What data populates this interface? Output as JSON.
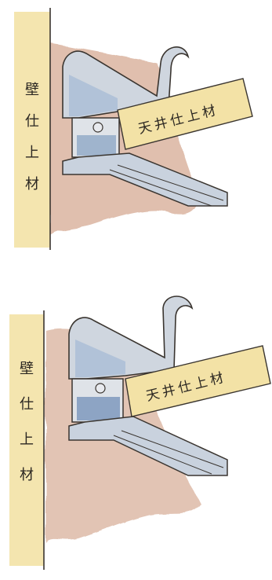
{
  "figures": [
    {
      "wall_label": [
        "壁",
        "仕",
        "上",
        "材"
      ],
      "ceiling_label": "天井仕上材"
    },
    {
      "wall_label": [
        "壁",
        "仕",
        "上",
        "材"
      ],
      "ceiling_label": "天井仕上材"
    }
  ],
  "colors": {
    "wall_board": "#f3e2a6",
    "wall_shadow": "#c78b6c",
    "rail_blue": "#a9bdd6",
    "rail_grey": "#cfd6df",
    "outline": "#3a3530"
  }
}
